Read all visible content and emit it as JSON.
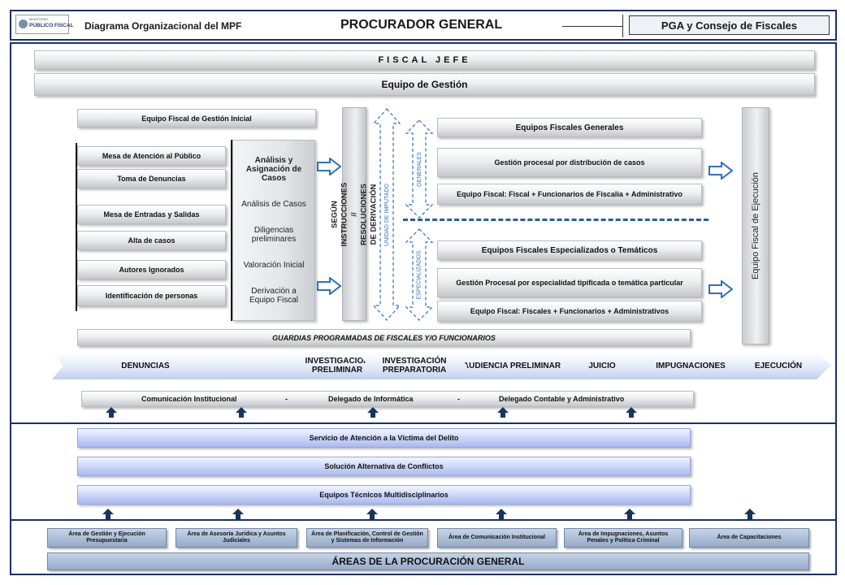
{
  "header": {
    "logo_small": "MINISTERIO",
    "logo_main": "PÚBLICO FISCAL",
    "subtitle": "Diagrama Organizacional del MPF",
    "title": "PROCURADOR GENERAL",
    "pga": "PGA y Consejo de Fiscales"
  },
  "top": {
    "fiscal_jefe": "FISCAL  JEFE",
    "equipo_gestion": "Equipo de Gestión"
  },
  "inicial": {
    "title": "Equipo Fiscal de Gestión Inicial",
    "items": [
      "Mesa de Atención al Público",
      "Toma de Denuncias",
      "Mesa de Entradas y Salidas",
      "Alta de casos",
      "Autores Ignorados",
      "Identificación de personas"
    ],
    "analisis": [
      "Análisis y Asignación de Casos",
      "Análisis de Casos",
      "Diligencias preliminares",
      "Valoración Inicial",
      "Derivación a Equipo Fiscal"
    ]
  },
  "derivacion": "SEGÚN INSTRUCCIONES // RESOLUCIONES DE DERIVACIÓN",
  "dashed": {
    "unidad": "UNIDAD DE IMPUTADO",
    "generales": "GENERALES",
    "especializados": "ESPECIALIZADOS"
  },
  "generales": {
    "title": "Equipos  Fiscales Generales",
    "row1": "Gestión procesal por distribución de casos",
    "row2": "Equipo Fiscal: Fiscal + Funcionarios de Fiscalía + Administrativo"
  },
  "especializados": {
    "title": "Equipos  Fiscales Especializados  o Temáticos",
    "row1": "Gestión Procesal por especialidad tipificada o temática particular",
    "row2": "Equipo Fiscal: Fiscales + Funcionarios + Administrativos"
  },
  "ejecucion_vertical": "Equipo Fiscal de Ejecución",
  "guardias": "GUARDIAS PROGRAMADAS DE FISCALES Y/O FUNCIONARIOS",
  "stages": [
    "DENUNCIAS",
    "INVESTIGACIÓN PRELIMINAR",
    "INVESTIGACIÓN PREPARATORIA",
    "AUDIENCIA PRELIMINAR",
    "JUICIO",
    "IMPUGNACIONES",
    "EJECUCIÓN"
  ],
  "comunicacion": {
    "a": "Comunicación Institucional",
    "sep1": "-",
    "b": "Delegado de Informática",
    "sep2": "-",
    "c": "Delegado Contable y Administrativo"
  },
  "servicios": [
    "Servicio de Atención a la Víctima del  Delito",
    "Solución Alternativa de Conflictos",
    "Equipos Técnicos Multidisciplinarios"
  ],
  "areas": [
    "Área de Gestión y Ejecución Presupuestaria",
    "Área de Asesoría Jurídica y Asuntos Judiciales",
    "Área de Planificación, Control de Gestión y Sistemas de Información",
    "Área de Comunicación Institucional",
    "Área de Impugnaciones, Asuntos Penales y Política Criminal",
    "Área de Capacitaciones"
  ],
  "areas_title": "ÁREAS DE LA PROCURACIÓN GENERAL",
  "colors": {
    "frame": "#1b2f6b",
    "arrow": "#2e6fbf",
    "up_arrow": "#17345f"
  }
}
